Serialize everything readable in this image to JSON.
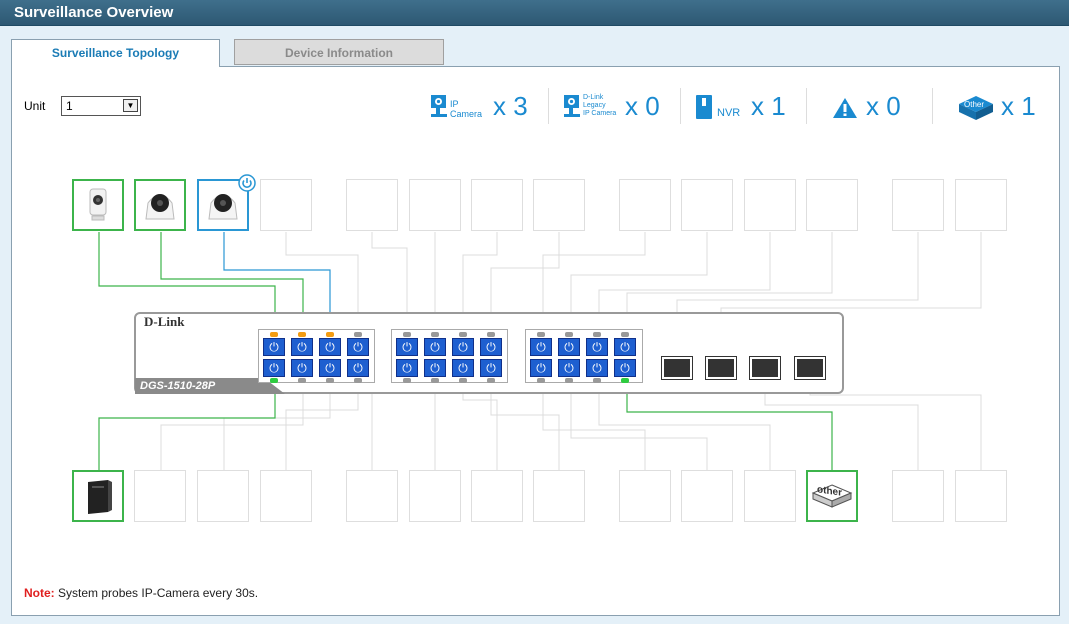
{
  "window": {
    "title": "Surveillance Overview"
  },
  "tabs": [
    {
      "label": "Surveillance Topology",
      "active": true
    },
    {
      "label": "Device Information",
      "active": false
    }
  ],
  "unit": {
    "label": "Unit",
    "value": "1"
  },
  "summary": [
    {
      "icon": "ip-camera-icon",
      "label_lines": [
        "IP",
        "Camera"
      ],
      "count": "x 3"
    },
    {
      "icon": "dlink-legacy-ip-camera-icon",
      "label_lines": [
        "D-Link",
        "Legacy",
        "IP Camera"
      ],
      "count": "x 0"
    },
    {
      "icon": "nvr-icon",
      "label_lines": [
        "NVR"
      ],
      "count": "x 1"
    },
    {
      "icon": "warning-icon",
      "label_lines": [],
      "count": "x 0"
    },
    {
      "icon": "other-device-icon",
      "label_lines": [
        "Other"
      ],
      "count": "x 1"
    }
  ],
  "switch": {
    "brand": "D-Link",
    "model": "DGS-1510-28P"
  },
  "note": {
    "prefix": "Note:",
    "text": "System probes IP-Camera every 30s."
  },
  "device_labels": {
    "other": "other"
  },
  "colors": {
    "accent": "#1a8ad0",
    "link_green": "#3cb44b",
    "link_blue": "#2a97d4",
    "port_blue": "#1e5fd0",
    "led_orange": "#f39c12"
  }
}
